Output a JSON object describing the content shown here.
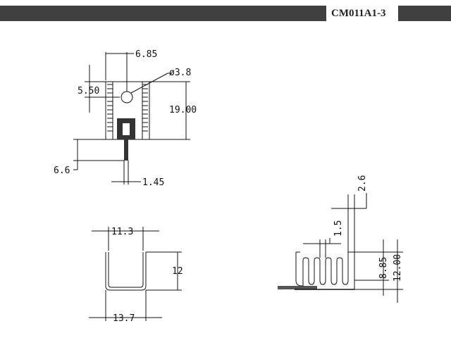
{
  "header": {
    "part_number": "CM011A1-3"
  },
  "views": {
    "front": {
      "dim_width_top": "6.85",
      "dim_hole": "ø3.8",
      "dim_hole_offset": "5.50",
      "dim_height": "19.00",
      "dim_pin_length": "6.6",
      "dim_pin_width": "1.45"
    },
    "top": {
      "dim_inner": "11.3",
      "dim_height": "12",
      "dim_outer": "13.7"
    },
    "side": {
      "dim_pitch": "2.6",
      "dim_thickness": "1.5",
      "dim_fin_height": "8.85",
      "dim_total_height": "12.00"
    }
  },
  "colors": {
    "header_bar": "#3f3f3f",
    "line": "#111111"
  }
}
